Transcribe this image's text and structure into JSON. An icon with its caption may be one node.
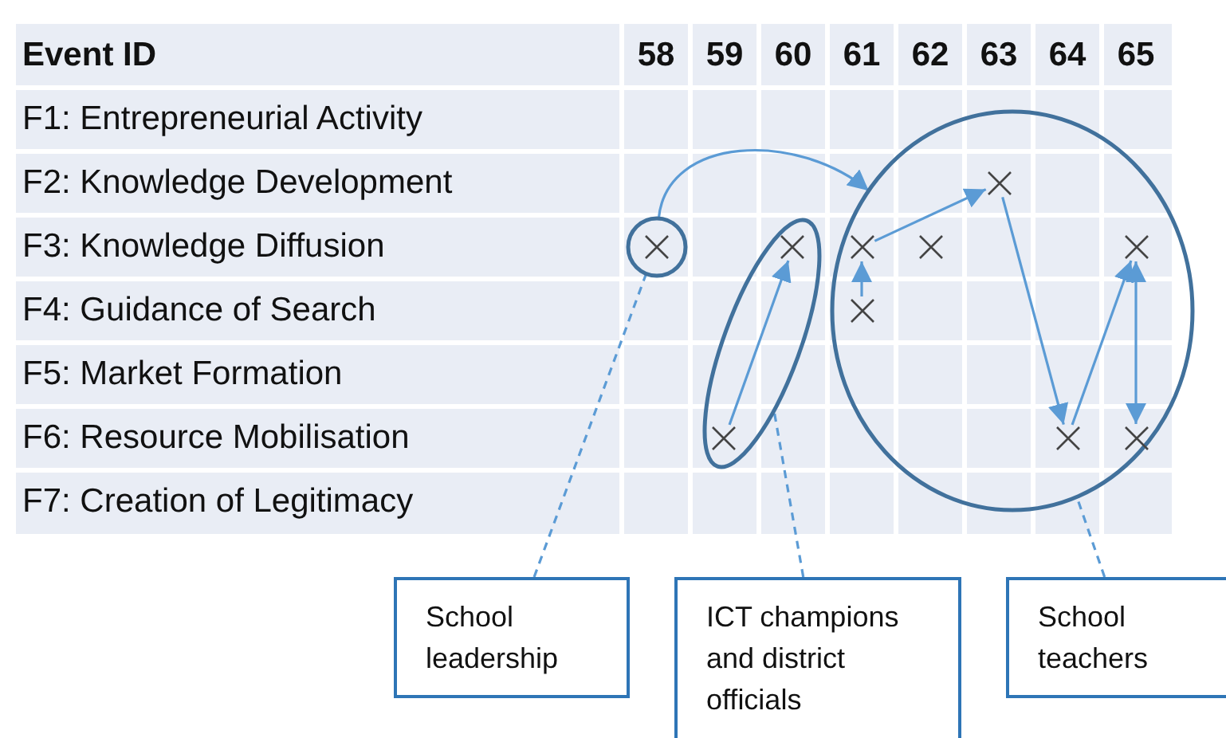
{
  "diagram": {
    "nodes": [
      {
        "text": [],
        "shape": "circle"
      },
      {
        "text": [],
        "shape": "cross",
        "in": 0
      },
      {
        "text": [],
        "shape": "ellipse"
      },
      {
        "text": [],
        "shape": "cross",
        "in": 2
      },
      {
        "text": [],
        "shape": "cross",
        "in": 2
      },
      {
        "text": [],
        "shape": "circle"
      },
      {
        "text": [],
        "shape": "cross",
        "in": 5
      },
      {
        "text": [],
        "shape": "cross",
        "in": 5
      },
      {
        "text": [],
        "shape": "cross",
        "in": 5
      },
      {
        "text": [],
        "shape": "cross",
        "in": 5
      },
      {
        "text": [],
        "shape": "cross",
        "in": 5
      },
      {
        "text": [],
        "shape": "cross",
        "in": 5
      },
      {
        "text": [],
        "shape": "cross",
        "in": 5
      },
      {
        "text": [
          "School leadership"
        ]
      },
      {
        "text": [
          "ICT champions and district officials"
        ]
      },
      {
        "text": [
          "School teachers"
        ]
      }
    ],
    "edges": [
      {
        "from": 0,
        "to": 5,
        "arrow": "to"
      },
      {
        "from": 4,
        "to": 3,
        "arrow": "to"
      },
      {
        "from": 10,
        "to": 7,
        "arrow": "to"
      },
      {
        "from": 7,
        "to": 6,
        "arrow": "to"
      },
      {
        "from": 6,
        "to": 11,
        "arrow": "to"
      },
      {
        "from": 11,
        "to": 9,
        "arrow": "to"
      },
      {
        "from": 9,
        "to": 12,
        "arrow": "both"
      },
      {
        "from": 13,
        "to": 0,
        "arrow": "none",
        "style": "dashed"
      },
      {
        "from": 14,
        "to": 2,
        "arrow": "none",
        "style": "dashed"
      },
      {
        "from": 15,
        "to": 5,
        "arrow": "none",
        "style": "dashed"
      }
    ],
    "labels": [
      "Event ID",
      "58",
      "59",
      "60",
      "61",
      "62",
      "63",
      "64",
      "65",
      "F1: Entrepreneurial Activity",
      "F2: Knowledge Development",
      "F3: Knowledge Diffusion",
      "F4: Guidance of Search",
      "F5: Market Formation",
      "F6: Resource Mobilisation",
      "F7: Creation of Legitimacy"
    ]
  }
}
